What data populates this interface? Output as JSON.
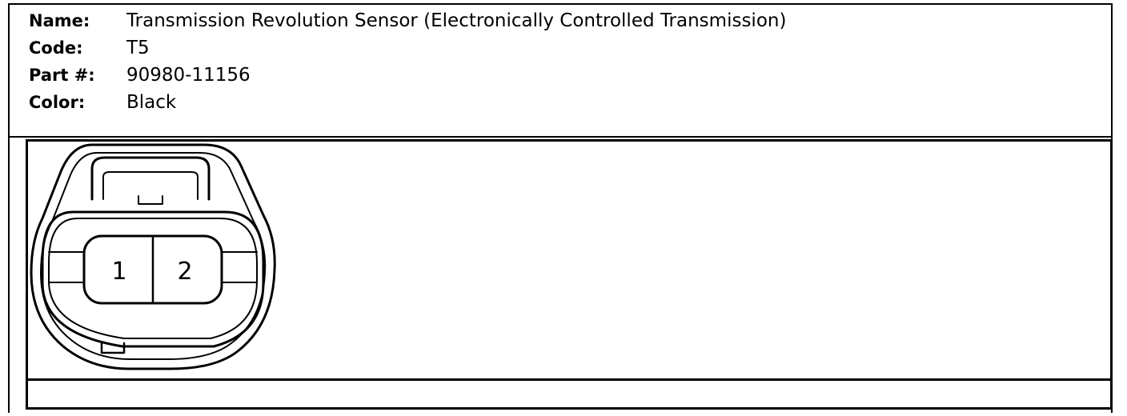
{
  "connector_info": {
    "name_label": "Name:",
    "name": "Transmission Revolution Sensor (Electronically Controlled Transmission)",
    "code_label": "Code:",
    "code": "T5",
    "part_label": "Part #:",
    "part_number": "90980-11156",
    "color_label": "Color:",
    "color": "Black"
  },
  "connector_face": {
    "pins": [
      "1",
      "2"
    ]
  }
}
